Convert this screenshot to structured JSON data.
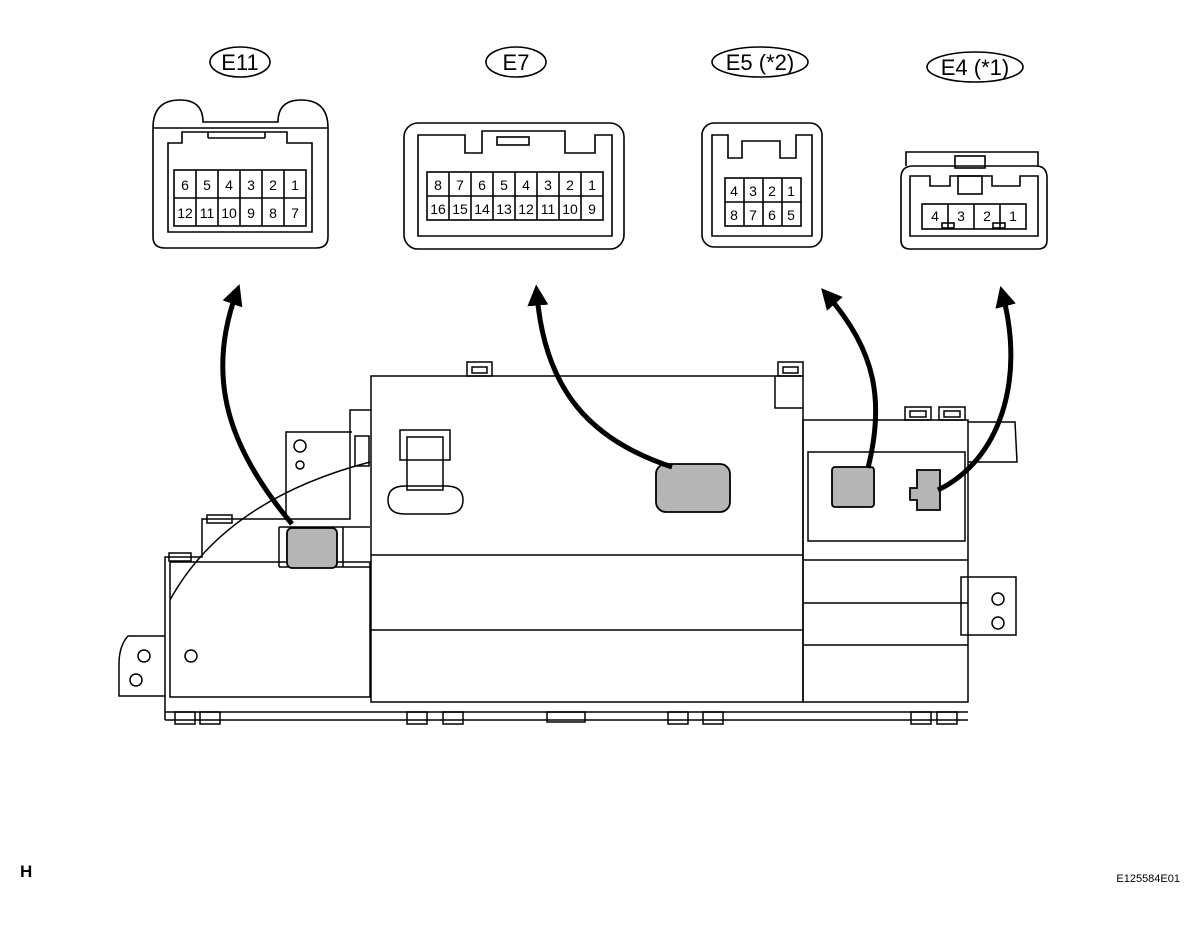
{
  "connectors": [
    {
      "label": "E11",
      "pins_top": [
        "6",
        "5",
        "4",
        "3",
        "2",
        "1"
      ],
      "pins_bottom": [
        "12",
        "11",
        "10",
        "9",
        "8",
        "7"
      ]
    },
    {
      "label": "E7",
      "pins_top": [
        "8",
        "7",
        "6",
        "5",
        "4",
        "3",
        "2",
        "1"
      ],
      "pins_bottom": [
        "16",
        "15",
        "14",
        "13",
        "12",
        "11",
        "10",
        "9"
      ]
    },
    {
      "label": "E5 (*2)",
      "pins_top": [
        "4",
        "3",
        "2",
        "1"
      ],
      "pins_bottom": [
        "8",
        "7",
        "6",
        "5"
      ]
    },
    {
      "label": "E4 (*1)",
      "pins_top": [
        "4",
        "3",
        "2",
        "1"
      ]
    }
  ],
  "footer": {
    "sheet_letter": "H",
    "figure_code": "E125584E01"
  },
  "colors": {
    "line": "#000000",
    "highlight": "#b5b5b5"
  }
}
